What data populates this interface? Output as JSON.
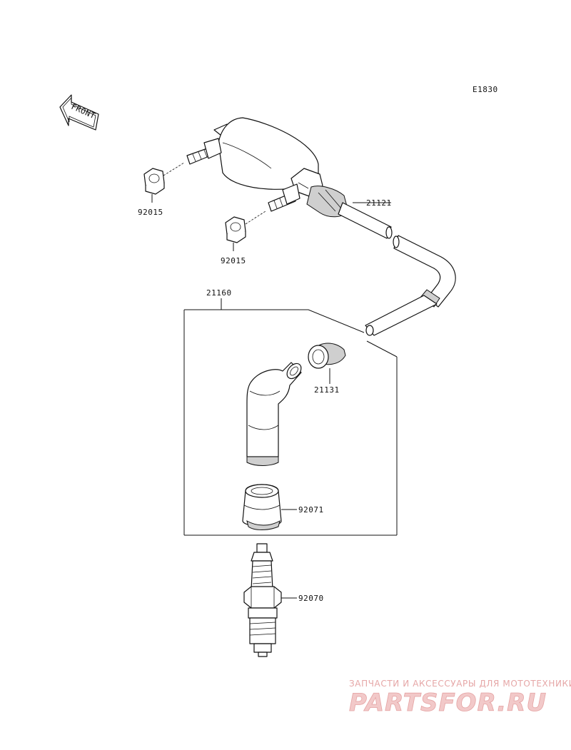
{
  "diagram": {
    "code": "E1830",
    "front_label": "FRONT",
    "parts": {
      "nut_upper": "92015",
      "nut_lower": "92015",
      "ignition_coil": "21121",
      "cap_assembly": "21160",
      "cap_seal": "21131",
      "plug_boot": "92071",
      "spark_plug": "92070"
    }
  },
  "watermark": {
    "tagline": "ЗАПЧАСТИ И АКСЕССУАРЫ ДЛЯ МОТОТЕХНИКИ",
    "brand": "PARTSFOR.RU"
  },
  "colors": {
    "line": "#111111",
    "watermark": "#e6a7a7"
  }
}
